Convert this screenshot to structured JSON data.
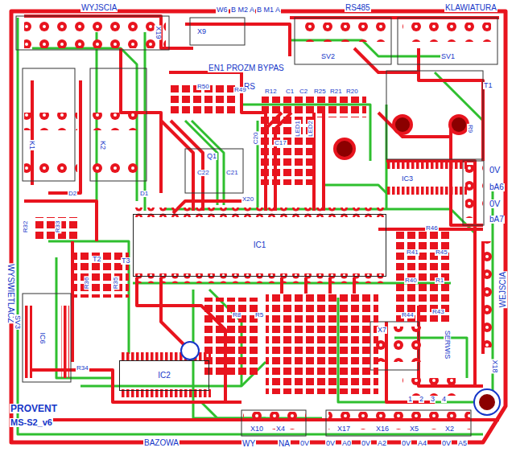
{
  "diagram": {
    "nodes": [
      {
        "text": [
          "IC1"
        ]
      },
      {
        "text": [
          "IC2"
        ]
      }
    ],
    "labels": [
      "WYJSCIA",
      "X19",
      "W6",
      "B M2 A",
      "B M1 A",
      "X9",
      "RS485",
      "KLAWIATURA",
      "SV2",
      "SV1",
      "EN1 PROZM BYPAS",
      "RS",
      "R50",
      "R49",
      "R12",
      "C1",
      "C2",
      "R25",
      "R21",
      "R20",
      "T1",
      "R9",
      "LED1",
      "LED2",
      "C20",
      "C17",
      "Q1",
      "C22",
      "C21",
      "X20",
      "IC3",
      "0V",
      "bA6",
      "0V",
      "bA7",
      "D2",
      "D1",
      "R32",
      "R33",
      "T2",
      "T3",
      "R36",
      "R35",
      "WYSWIETLACZ",
      "SV3",
      "IC6",
      "R34",
      "R8",
      "R5",
      "R46",
      "R41",
      "R45",
      "R40",
      "R1",
      "R43",
      "R44",
      "X7",
      "WEJSCIA",
      "SERWIS",
      "X18",
      "1",
      "2",
      "3",
      "4",
      "PROVENT",
      "MS-S2_v6",
      "BAZOWA",
      "X10",
      "X4",
      "X17",
      "X16",
      "X5",
      "X2",
      "WY",
      "NA",
      "0V",
      "0V",
      "A0",
      "0V",
      "A2",
      "0V",
      "A4",
      "0V",
      "A5",
      "K1",
      "K2"
    ]
  }
}
